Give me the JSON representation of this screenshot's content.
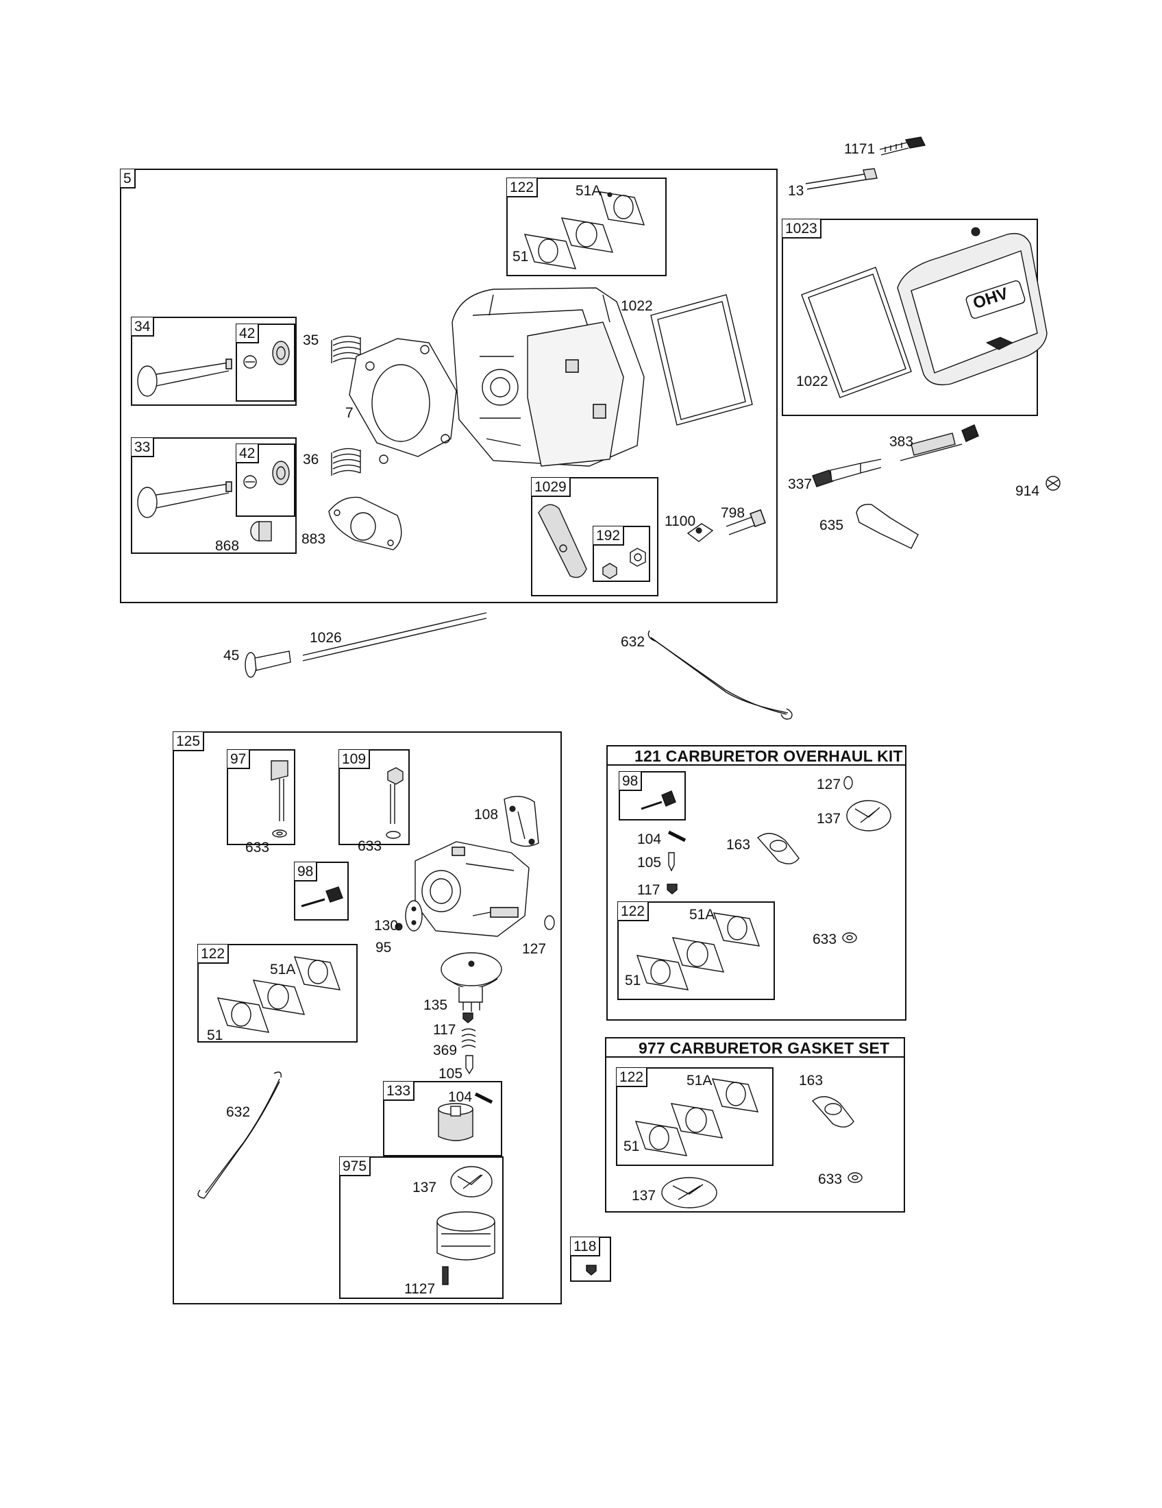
{
  "kits": {
    "carb_overhaul": "121 CARBURETOR OVERHAUL KIT",
    "carb_gasket_set": "977 CARBURETOR GASKET SET"
  },
  "boxes": {
    "head_assembly": "5",
    "intake_gasket_kit_top": "122",
    "valve_intake": "34",
    "retainer_a": "42",
    "valve_exhaust": "33",
    "retainer_b": "42",
    "rocker": "1029",
    "rocker_nut": "192",
    "cover": "1023",
    "carburetor": "125",
    "jet_97": "97",
    "jet_109": "109",
    "screw_98_carb": "98",
    "gasket_122_carb": "122",
    "float_133": "133",
    "bowl_975": "975",
    "screw_98_kit": "98",
    "gasket_122_kit": "122",
    "gasket_122_set": "122",
    "part_118": "118"
  },
  "labels": {
    "p1171": "1171",
    "p13": "13",
    "p51A_top": "51A",
    "p51_top": "51",
    "p1022_a": "1022",
    "p35": "35",
    "p7": "7",
    "p36": "36",
    "p868": "868",
    "p883": "883",
    "p1022_b": "1022",
    "p383": "383",
    "p337": "337",
    "p914": "914",
    "p635": "635",
    "p1100": "1100",
    "p798": "798",
    "p45": "45",
    "p1026": "1026",
    "p632_top": "632",
    "p633_a": "633",
    "p633_b": "633",
    "p108": "108",
    "p130": "130",
    "p95": "95",
    "p127_carb": "127",
    "p51A_carb": "51A",
    "p51_carb": "51",
    "p135": "135",
    "p117_carb": "117",
    "p369": "369",
    "p105_carb": "105",
    "p104_carb": "104",
    "p632_carb": "632",
    "p137_bowl": "137",
    "p1127": "1127",
    "p127_kit": "127",
    "p137_kit": "137",
    "p104_kit": "104",
    "p163_kit": "163",
    "p105_kit": "105",
    "p117_kit": "117",
    "p51A_kit": "51A",
    "p51_kit": "51",
    "p633_kit": "633",
    "p51A_set": "51A",
    "p163_set": "163",
    "p51_set": "51",
    "p633_set": "633",
    "p137_set": "137"
  },
  "cover_lettering": "OHV"
}
